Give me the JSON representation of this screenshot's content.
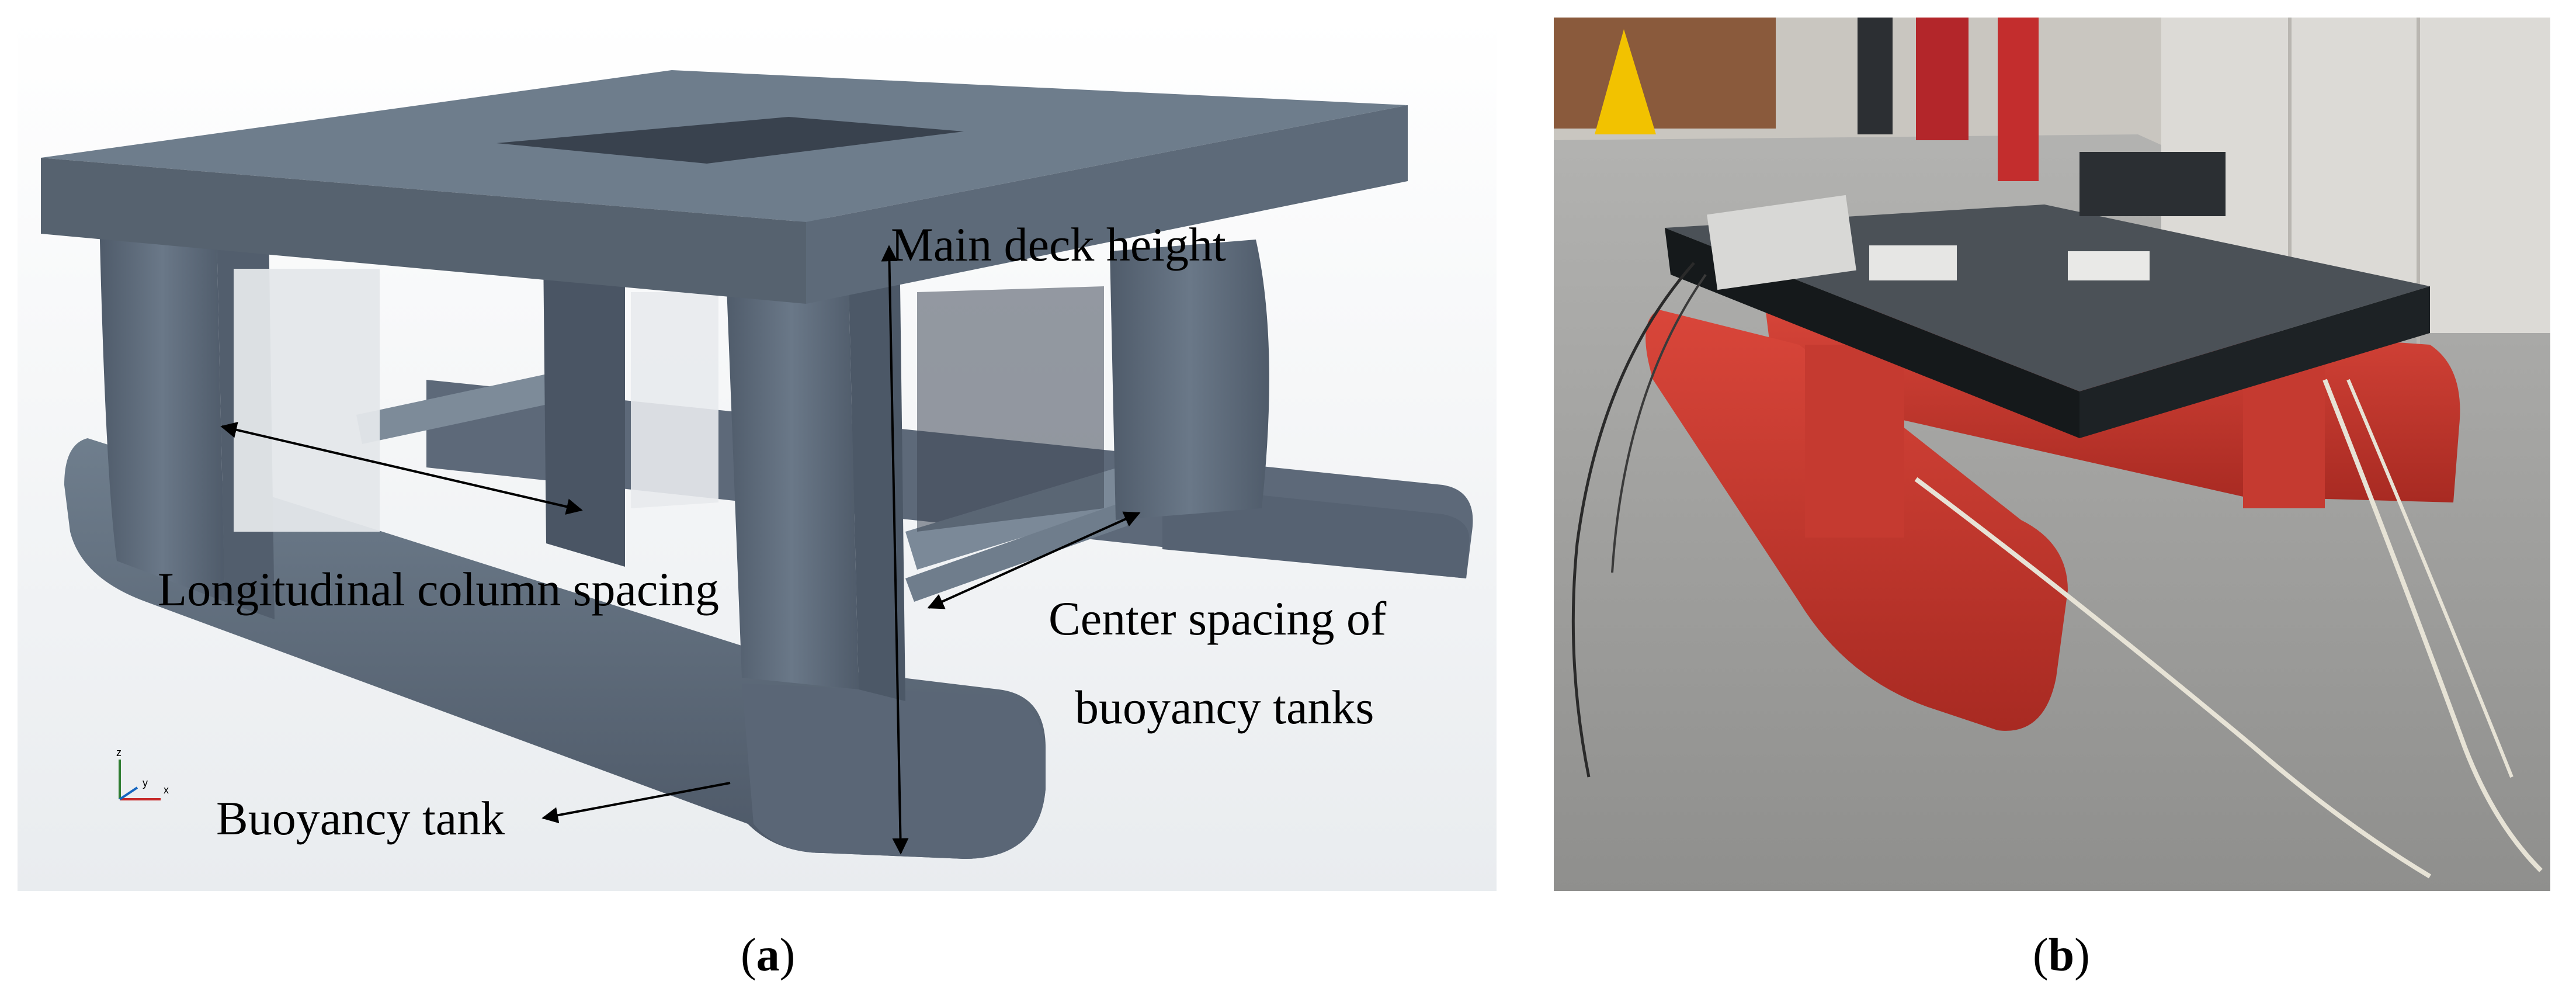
{
  "panel_a": {
    "labels": {
      "main_deck_height": "Main deck height",
      "longitudinal_spacing": "Longitudinal column spacing",
      "center_spacing_line1": "Center spacing of",
      "center_spacing_line2": "buoyancy tanks",
      "buoyancy_tank": "Buoyancy tank"
    },
    "axes": {
      "z": "z",
      "y": "y",
      "x": "x"
    },
    "caption_open": "(",
    "caption_letter": "a",
    "caption_close": ")"
  },
  "panel_b": {
    "caption_open": "(",
    "caption_letter": "b",
    "caption_close": ")"
  },
  "colors": {
    "model_top": "#6f7e8d",
    "model_front": "#5a6777",
    "model_dark": "#444e5c",
    "floor": "#9a9a9a",
    "red": "#c8382e",
    "deck_black": "#15191b",
    "wall": "#d9d6d1"
  }
}
